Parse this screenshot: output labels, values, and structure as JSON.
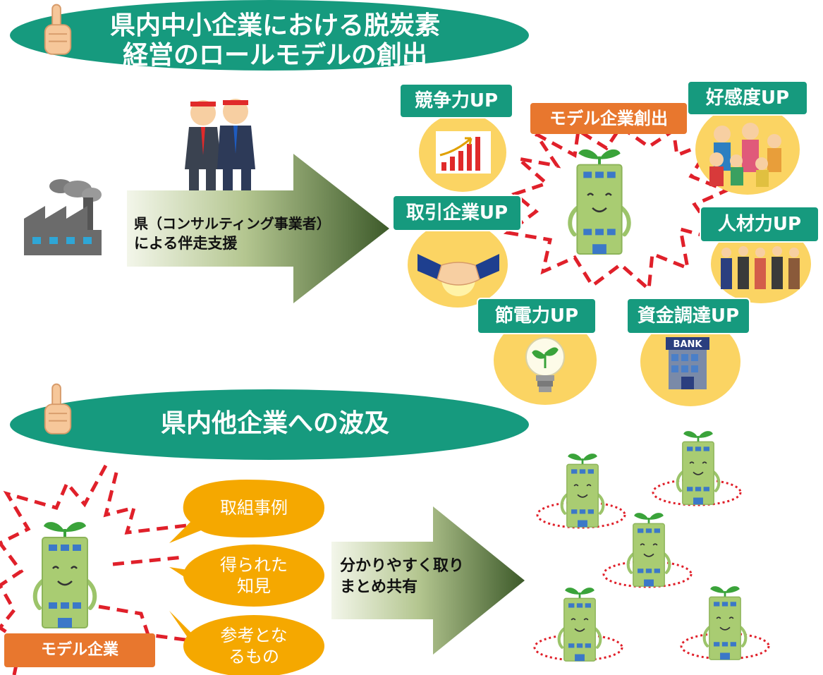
{
  "top_banner": {
    "line1": "県内中小企業における脱炭素",
    "line2": "経営のロールモデルの創出"
  },
  "support_text": {
    "line1": "県（コンサルティング事業者）",
    "line2": "による伴走支援"
  },
  "center_badge": "モデル企業創出",
  "benefits": {
    "competitiveness": "競争力UP",
    "favorability": "好感度UP",
    "partners": "取引企業UP",
    "human_resources": "人材力UP",
    "power_saving": "節電力UP",
    "funding": "資金調達UP"
  },
  "bank_sign": "BANK",
  "bottom_banner": "県内他企業への波及",
  "bubbles": {
    "cases": "取組事例",
    "knowledge_line1": "得られた",
    "knowledge_line2": "知見",
    "reference_line1": "参考とな",
    "reference_line2": "るもの"
  },
  "model_company_label": "モデル企業",
  "share_text": {
    "line1": "分かりやすく取り",
    "line2": "まとめ共有"
  },
  "colors": {
    "banner_green": "#169a7e",
    "badge_orange": "#e8772e",
    "circle_yellow": "#fbd463",
    "bubble_orange": "#f5a800",
    "dash_red": "#e0202a"
  }
}
